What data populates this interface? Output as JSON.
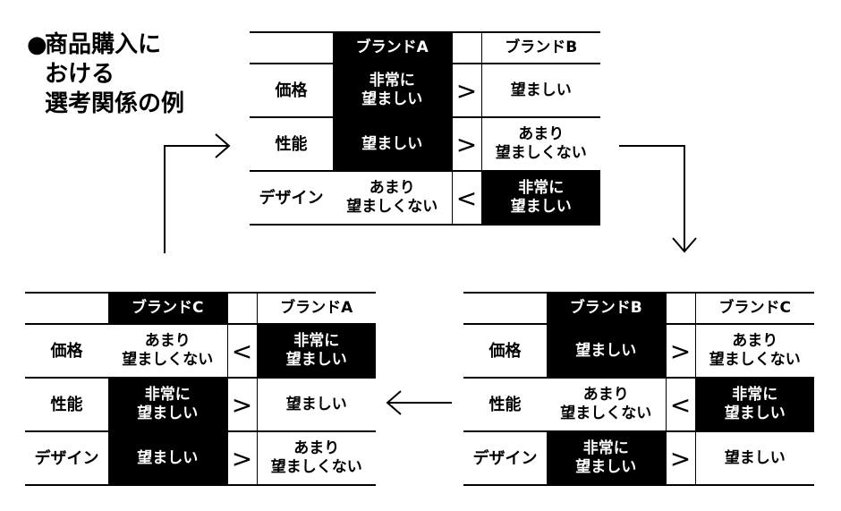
{
  "title": {
    "bullet": "●",
    "lines": [
      "商品購入に",
      "おける",
      "選考関係の例"
    ]
  },
  "tables": [
    {
      "id": "top",
      "brand_left": "ブランドA",
      "brand_right": "ブランドB",
      "left_header_highlight": true,
      "rows": [
        {
          "label": "価格",
          "left": [
            "非常に",
            "望ましい"
          ],
          "left_highlight": true,
          "cmp": ">",
          "right": [
            "望ましい"
          ],
          "right_highlight": false
        },
        {
          "label": "性能",
          "left": [
            "望ましい"
          ],
          "left_highlight": true,
          "cmp": ">",
          "right": [
            "あまり",
            "望ましくない"
          ],
          "right_highlight": false
        },
        {
          "label": "デザイン",
          "left": [
            "あまり",
            "望ましくない"
          ],
          "left_highlight": false,
          "cmp": "<",
          "right": [
            "非常に",
            "望ましい"
          ],
          "right_highlight": true
        }
      ]
    },
    {
      "id": "bottom-right",
      "brand_left": "ブランドB",
      "brand_right": "ブランドC",
      "left_header_highlight": true,
      "rows": [
        {
          "label": "価格",
          "left": [
            "望ましい"
          ],
          "left_highlight": true,
          "cmp": ">",
          "right": [
            "あまり",
            "望ましくない"
          ],
          "right_highlight": false
        },
        {
          "label": "性能",
          "left": [
            "あまり",
            "望ましくない"
          ],
          "left_highlight": false,
          "cmp": "<",
          "right": [
            "非常に",
            "望ましい"
          ],
          "right_highlight": true
        },
        {
          "label": "デザイン",
          "left": [
            "非常に",
            "望ましい"
          ],
          "left_highlight": true,
          "cmp": ">",
          "right": [
            "望ましい"
          ],
          "right_highlight": false
        }
      ]
    },
    {
      "id": "bottom-left",
      "brand_left": "ブランドC",
      "brand_right": "ブランドA",
      "left_header_highlight": true,
      "rows": [
        {
          "label": "価格",
          "left": [
            "あまり",
            "望ましくない"
          ],
          "left_highlight": false,
          "cmp": "<",
          "right": [
            "非常に",
            "望ましい"
          ],
          "right_highlight": true
        },
        {
          "label": "性能",
          "left": [
            "非常に",
            "望ましい"
          ],
          "left_highlight": true,
          "cmp": ">",
          "right": [
            "望ましい"
          ],
          "right_highlight": false
        },
        {
          "label": "デザイン",
          "left": [
            "望ましい"
          ],
          "left_highlight": true,
          "cmp": ">",
          "right": [
            "あまり",
            "望ましくない"
          ],
          "right_highlight": false
        }
      ]
    }
  ]
}
